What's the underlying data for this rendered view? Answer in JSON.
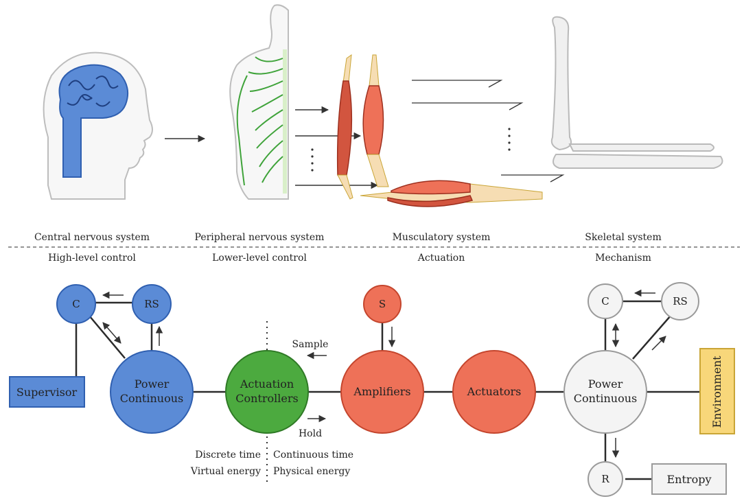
{
  "captions": {
    "cns": "Central nervous system",
    "pns": "Peripheral nervous system",
    "musc": "Musculatory system",
    "skel": "Skeletal system",
    "high": "High-level control",
    "lower": "Lower-level control",
    "act": "Actuation",
    "mech": "Mechanism"
  },
  "nodes": {
    "c_left": "C",
    "rs_left": "RS",
    "supervisor": "Supervisor",
    "power_left_1": "Power",
    "power_left_2": "Continuous",
    "actctrl_1": "Actuation",
    "actctrl_2": "Controllers",
    "s": "S",
    "amplifiers": "Amplifiers",
    "actuators": "Actuators",
    "power_right_1": "Power",
    "power_right_2": "Continuous",
    "c_right": "C",
    "rs_right": "RS",
    "r": "R",
    "entropy": "Entropy",
    "environment": "Environment"
  },
  "annotations": {
    "sample": "Sample",
    "hold": "Hold",
    "discrete_time": "Discrete time",
    "continuous_time": "Continuous time",
    "virtual_energy": "Virtual energy",
    "physical_energy": "Physical energy"
  },
  "colors": {
    "blue": "#5b8bd6",
    "blue_stroke": "#2f5fb0",
    "green": "#4caa3f",
    "green_stroke": "#2f7a26",
    "red": "#ee7158",
    "red_stroke": "#c4452d",
    "grey": "#f4f4f4",
    "grey_stroke": "#9a9a9a",
    "yellow": "#f8d77a",
    "yellow_stroke": "#c9a536",
    "muscle": "#d2553f",
    "tendon": "#f6ddb3",
    "nerve": "#3fa33a"
  }
}
